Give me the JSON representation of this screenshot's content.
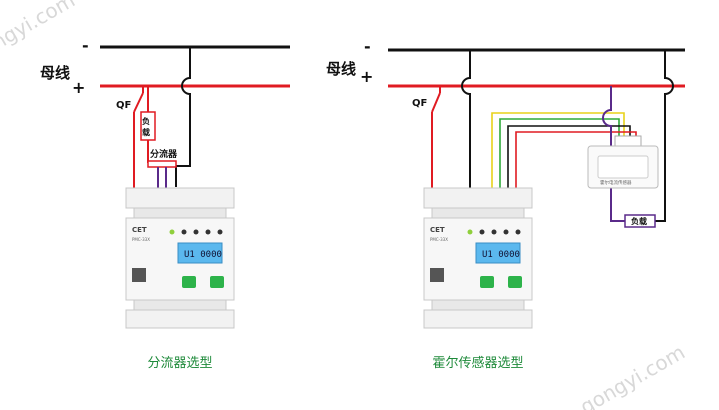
{
  "left": {
    "bus_label": "母线",
    "minus": "-",
    "plus": "+",
    "qf": "QF",
    "load": "负载",
    "shunt": "分流器",
    "device_brand": "CET",
    "device_model": "PMC-33X",
    "lcd_text": "U1 0000",
    "caption": "分流器选型"
  },
  "right": {
    "bus_label": "母线",
    "minus": "-",
    "plus": "+",
    "qf": "QF",
    "load": "负载",
    "sensor": "霍尔电流传感器",
    "device_brand": "CET",
    "device_model": "PMC-33X",
    "lcd_text": "U1 0000",
    "caption": "霍尔传感器选型"
  },
  "watermark": "gongyi.com",
  "colors": {
    "bus_positive": "#e01b22",
    "bus_negative": "#111111",
    "purple_wire": "#5a2a8a",
    "yellow_wire": "#e8d21a",
    "green_wire": "#2faa3a",
    "caption": "#1e8a3a",
    "lcd": "#5bb8ee",
    "button": "#2db34a"
  }
}
